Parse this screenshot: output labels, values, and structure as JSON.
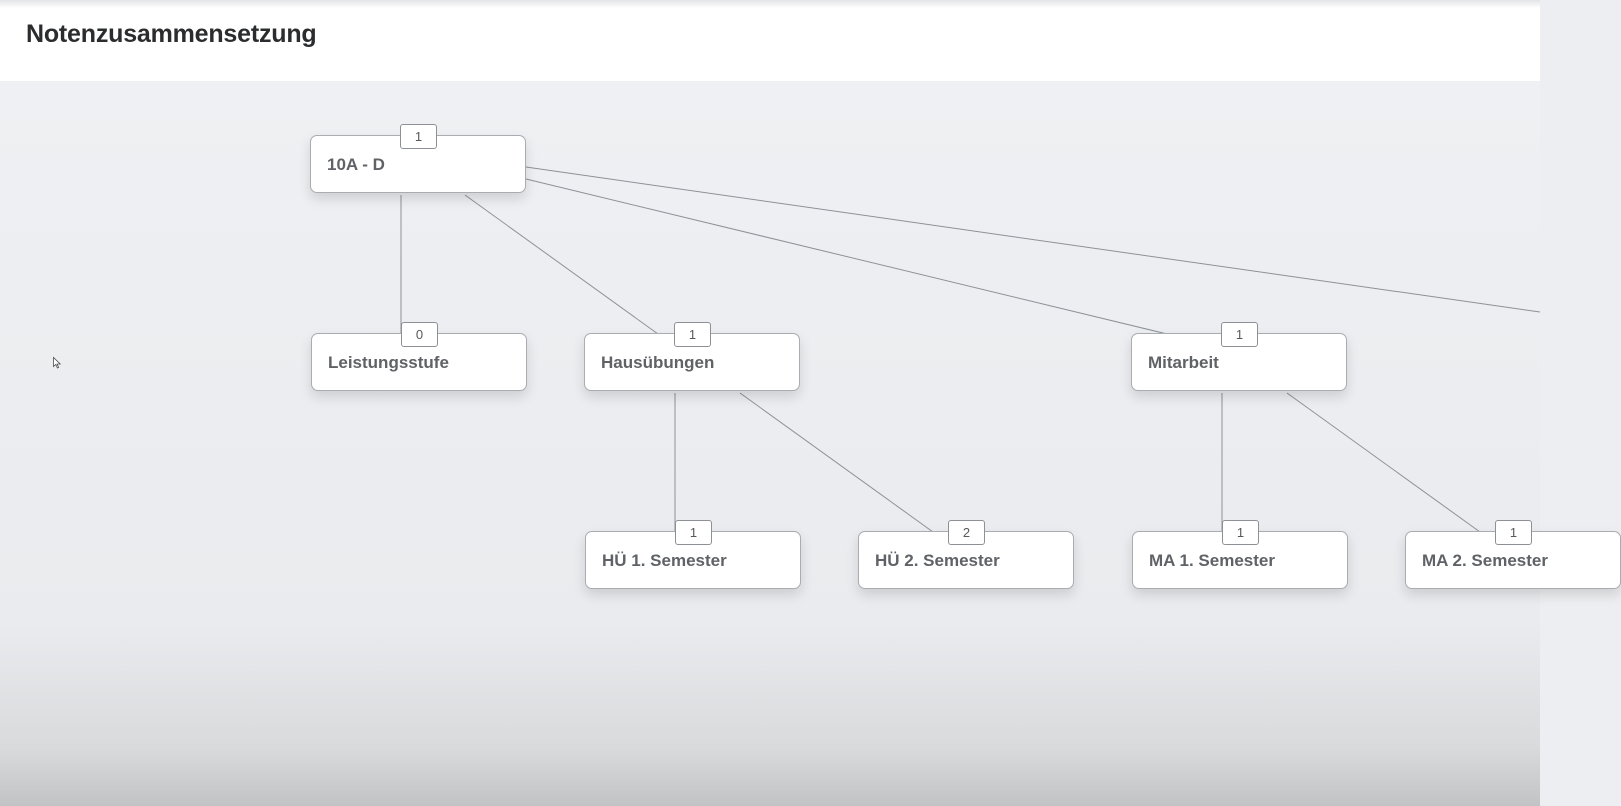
{
  "header": {
    "title": "Notenzusammensetzung"
  },
  "tree": {
    "nodes": [
      {
        "id": "10a-d",
        "label": "10A - D",
        "weight": "1"
      },
      {
        "id": "leistungsstufe",
        "label": "Leistungsstufe",
        "weight": "0"
      },
      {
        "id": "hausuebungen",
        "label": "Hausübungen",
        "weight": "1"
      },
      {
        "id": "mitarbeit",
        "label": "Mitarbeit",
        "weight": "1"
      },
      {
        "id": "hue-1",
        "label": "HÜ 1. Semester",
        "weight": "1"
      },
      {
        "id": "hue-2",
        "label": "HÜ 2. Semester",
        "weight": "2"
      },
      {
        "id": "ma-1",
        "label": "MA 1. Semester",
        "weight": "1"
      },
      {
        "id": "ma-2",
        "label": "MA 2. Semester",
        "weight": "1"
      }
    ],
    "edges": [
      [
        "10a-d",
        "leistungsstufe"
      ],
      [
        "10a-d",
        "hausuebungen"
      ],
      [
        "10a-d",
        "mitarbeit"
      ],
      [
        "hausuebungen",
        "hue-1"
      ],
      [
        "hausuebungen",
        "hue-2"
      ],
      [
        "mitarbeit",
        "ma-1"
      ],
      [
        "mitarbeit",
        "ma-2"
      ]
    ]
  }
}
